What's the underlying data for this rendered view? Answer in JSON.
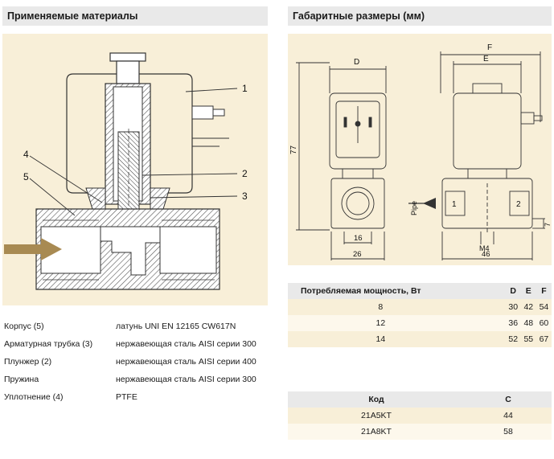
{
  "left": {
    "title": "Применяемые материалы",
    "callouts": [
      "1",
      "2",
      "3",
      "4",
      "5"
    ],
    "materials": [
      {
        "part": "Корпус (5)",
        "material": "латунь UNI EN 12165 CW617N"
      },
      {
        "part": "Арматурная трубка (3)",
        "material": "нержавеющая сталь AISI серии 300"
      },
      {
        "part": "Плунжер (2)",
        "material": "нержавеющая сталь AISI серии 400"
      },
      {
        "part": "Пружина",
        "material": "нержавеющая сталь AISI серии 300"
      },
      {
        "part": "Уплотнение (4)",
        "material": "PTFE"
      }
    ]
  },
  "right": {
    "title": "Габаритные размеры (мм)",
    "dims": {
      "D": "D",
      "E": "E",
      "F": "F",
      "h77": "77",
      "w16": "16",
      "w26": "26",
      "w46": "46",
      "m4": "M4",
      "h7": "7",
      "pipe": "Pipe",
      "p1": "1",
      "p2": "2"
    },
    "power_table": {
      "headers": [
        "Потребляемая мощность, Вт",
        "D",
        "E",
        "F"
      ],
      "rows": [
        [
          "8",
          "30",
          "42",
          "54"
        ],
        [
          "12",
          "36",
          "48",
          "60"
        ],
        [
          "14",
          "52",
          "55",
          "67"
        ]
      ]
    },
    "code_table": {
      "headers": [
        "Код",
        "C"
      ],
      "rows": [
        [
          "21A5KT",
          "44"
        ],
        [
          "21A8KT",
          "58"
        ]
      ]
    }
  },
  "colors": {
    "panel": "#f8efd8",
    "header": "#e9e9e9",
    "hatch": "#555555",
    "arrow": "#a88a52"
  }
}
